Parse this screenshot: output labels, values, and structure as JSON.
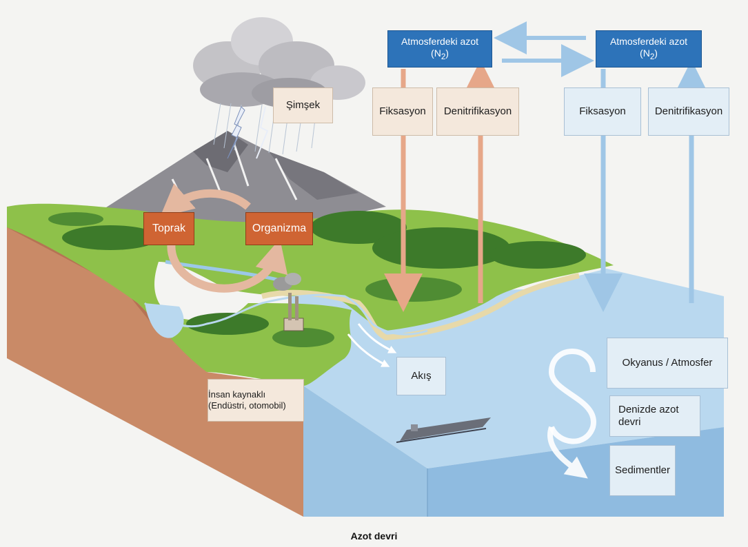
{
  "labels": {
    "atmos_left_line1": "Atmosferdeki azot",
    "atmos_left_formula": "(N",
    "atmos_left_sub": "2",
    "atmos_left_close": ")",
    "atmos_right_line1": "Atmosferdeki azot",
    "atmos_right_formula": "(N",
    "atmos_right_sub": "2",
    "atmos_right_close": ")",
    "fiksasyon_land": "Fiksasyon",
    "denitrifikasyon_land": "Denitrifikasyon",
    "fiksasyon_ocean": "Fiksasyon",
    "denitrifikasyon_ocean": "Denitrifikasyon",
    "simsek": "Şimşek",
    "toprak": "Toprak",
    "organizma": "Organizma",
    "akis": "Akış",
    "insan_line1": "İnsan kaynaklı",
    "insan_line2": "(Endüstri, otomobil)",
    "okyanus_atmosfer": "Okyanus / Atmosfer",
    "denizde_line1": "Denizde azot",
    "denizde_line2": "devri",
    "sedimentler": "Sedimentler"
  },
  "caption": "Azot devri",
  "colors": {
    "atmosphere_box": "#2d73b9",
    "land_box": "#cf6433",
    "land_arrow": "#e6a789",
    "ocean_arrow": "#9fc6e6",
    "sea": "#b9d8ef",
    "grass": "#8ec14a",
    "forest": "#3d7a2a",
    "soil": "#c98a67"
  },
  "icons": [
    "cloud-icon",
    "lightning-icon",
    "mountain-icon",
    "factory-icon",
    "ship-icon"
  ]
}
